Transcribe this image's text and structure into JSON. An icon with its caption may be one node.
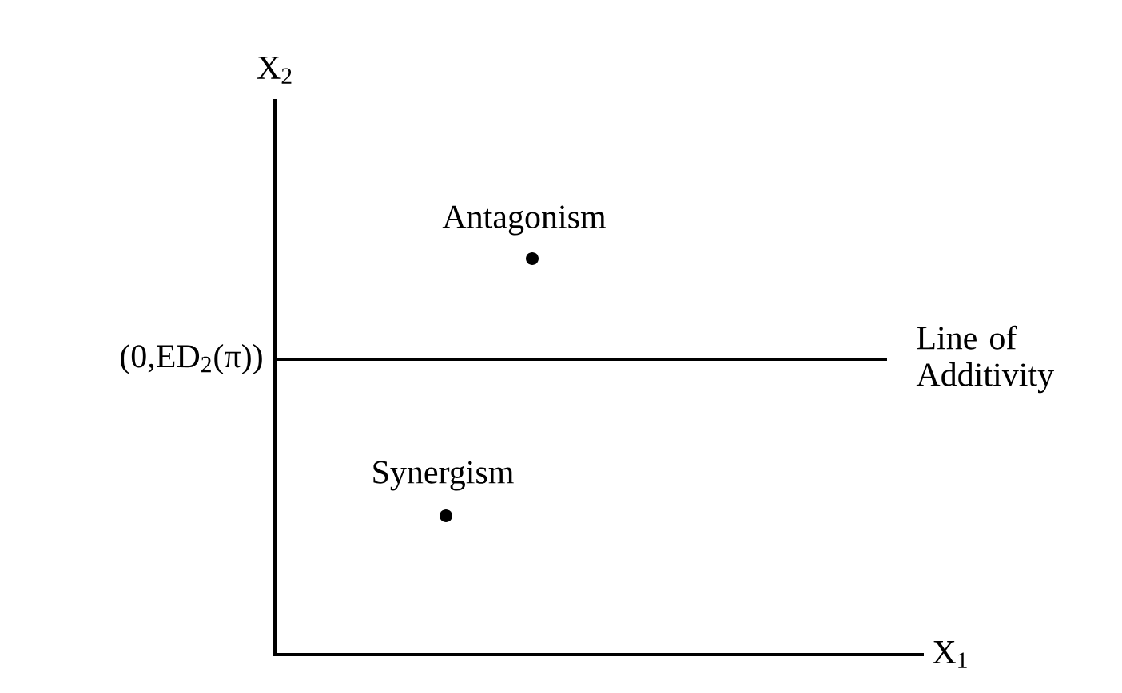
{
  "diagram": {
    "labels": [
      "X$_{2}$",
      "Antagonism",
      "(0,ED$_{2}$(π))",
      "Line of Additivity",
      "Synergism",
      "X$_{1}$"
    ]
  }
}
